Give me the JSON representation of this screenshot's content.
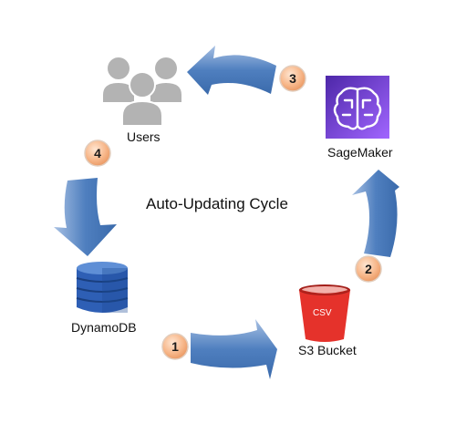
{
  "title": "Auto-Updating Cycle",
  "nodes": {
    "users": "Users",
    "sagemaker": "SageMaker",
    "dynamodb": "DynamoDB",
    "s3": "S3 Bucket",
    "csv": "CSV"
  },
  "steps": [
    "1",
    "2",
    "3",
    "4"
  ],
  "colors": {
    "arrow": "#4f7fbf",
    "arrow_light": "#93b3dc",
    "step_badge": "#f3a46e",
    "sagemaker": "#8c4fff",
    "dynamodb": "#2e5fb5",
    "s3": "#e5322b",
    "users": "#b3b3b3"
  }
}
